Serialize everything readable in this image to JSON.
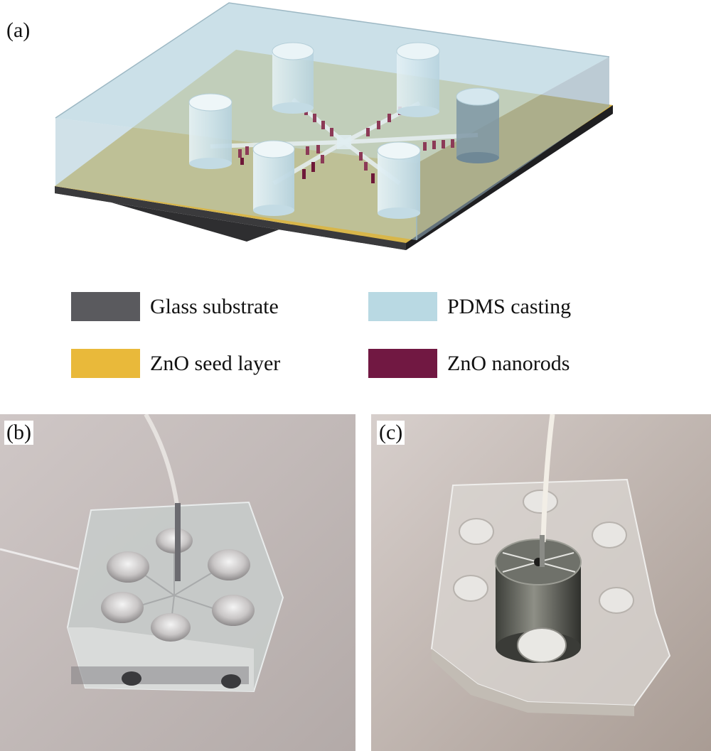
{
  "panels": {
    "a": {
      "label": "(a)"
    },
    "b": {
      "label": "(b)"
    },
    "c": {
      "label": "(c)"
    }
  },
  "legend": [
    {
      "label": "Glass substrate",
      "color": "#5a5a5e"
    },
    {
      "label": "PDMS casting",
      "color": "#b9d9e3"
    },
    {
      "label": "ZnO seed layer",
      "color": "#e9b93a"
    },
    {
      "label": "ZnO nanorods",
      "color": "#711842"
    }
  ]
}
